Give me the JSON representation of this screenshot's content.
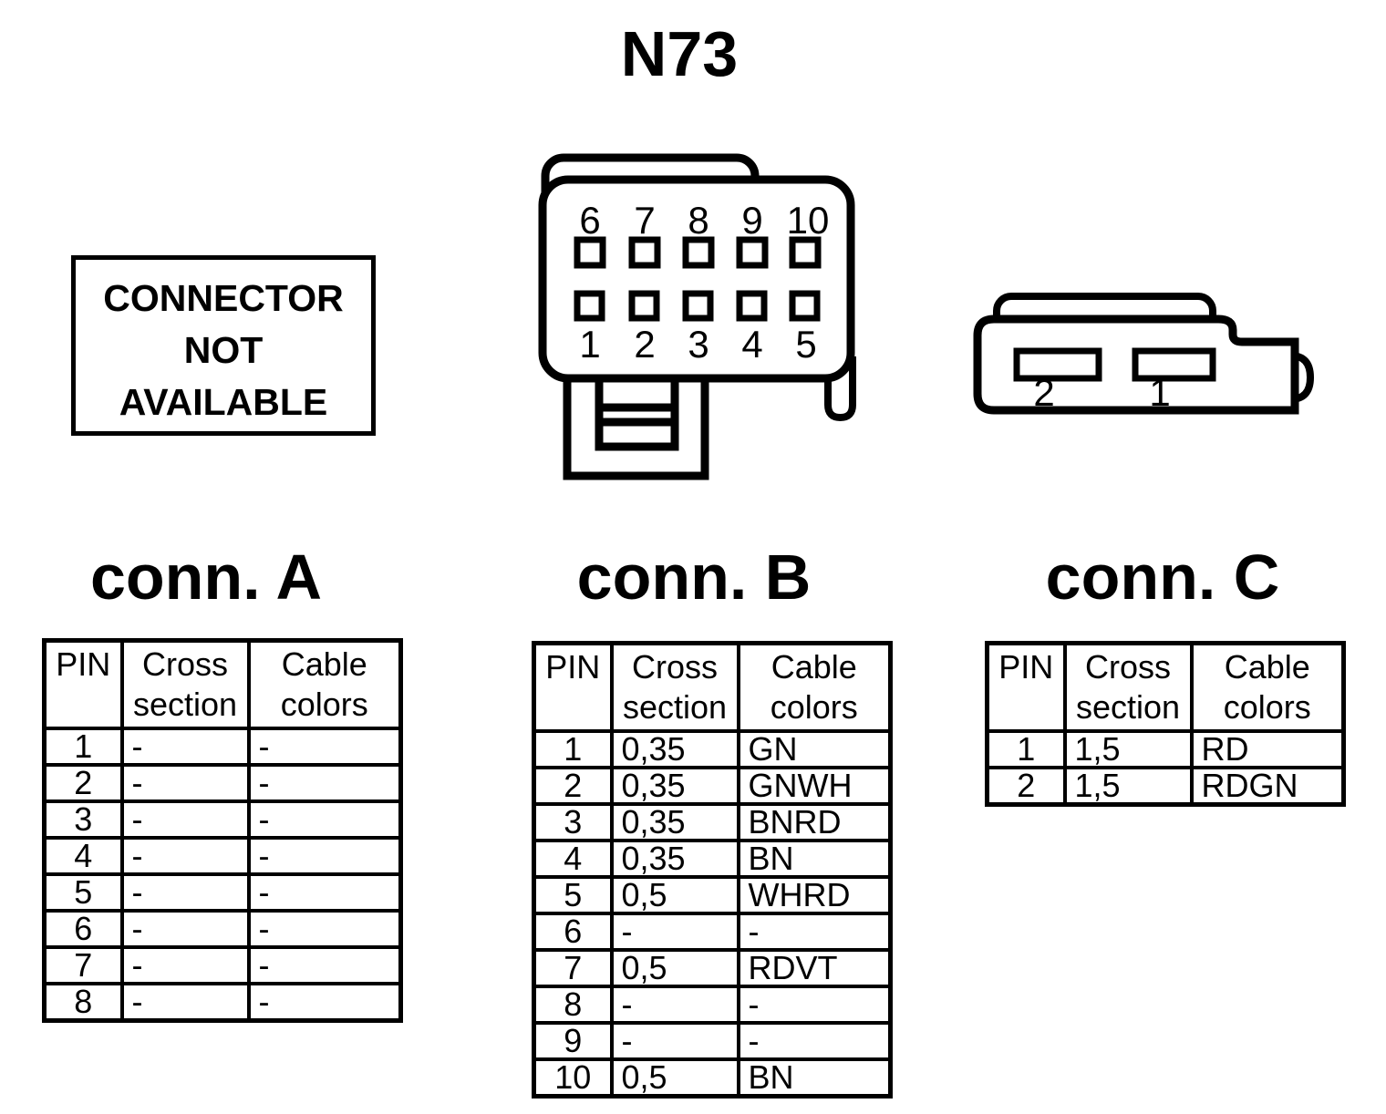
{
  "page": {
    "title": "N73"
  },
  "notice": {
    "line1": "CONNECTOR",
    "line2": "NOT",
    "line3": "AVAILABLE"
  },
  "drawings": {
    "connector_b": {
      "top_pins": [
        "6",
        "7",
        "8",
        "9",
        "10"
      ],
      "bottom_pins": [
        "1",
        "2",
        "3",
        "4",
        "5"
      ]
    },
    "connector_c": {
      "slot_labels": [
        "2",
        "1"
      ]
    }
  },
  "tables": [
    {
      "id": "conn-a",
      "title": "conn. A",
      "headers": [
        "PIN",
        "Cross section",
        "Cable colors"
      ],
      "rows": [
        [
          "1",
          "-",
          "-"
        ],
        [
          "2",
          "-",
          "-"
        ],
        [
          "3",
          "-",
          "-"
        ],
        [
          "4",
          "-",
          "-"
        ],
        [
          "5",
          "-",
          "-"
        ],
        [
          "6",
          "-",
          "-"
        ],
        [
          "7",
          "-",
          "-"
        ],
        [
          "8",
          "-",
          "-"
        ]
      ]
    },
    {
      "id": "conn-b",
      "title": "conn. B",
      "headers": [
        "PIN",
        "Cross section",
        "Cable colors"
      ],
      "rows": [
        [
          "1",
          "0,35",
          "GN"
        ],
        [
          "2",
          "0,35",
          "GNWH"
        ],
        [
          "3",
          "0,35",
          "BNRD"
        ],
        [
          "4",
          "0,35",
          "BN"
        ],
        [
          "5",
          "0,5",
          "WHRD"
        ],
        [
          "6",
          "-",
          "-"
        ],
        [
          "7",
          "0,5",
          "RDVT"
        ],
        [
          "8",
          "-",
          "-"
        ],
        [
          "9",
          "-",
          "-"
        ],
        [
          "10",
          "0,5",
          "BN"
        ]
      ]
    },
    {
      "id": "conn-c",
      "title": "conn. C",
      "headers": [
        "PIN",
        "Cross section",
        "Cable colors"
      ],
      "rows": [
        [
          "1",
          "1,5",
          "RD"
        ],
        [
          "2",
          "1,5",
          "RDGN"
        ]
      ]
    }
  ]
}
